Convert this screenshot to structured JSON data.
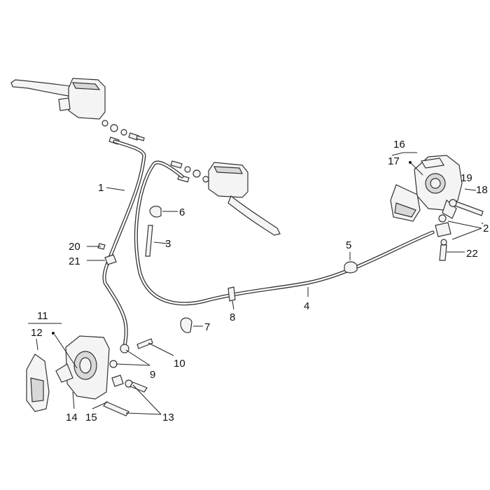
{
  "callouts": [
    {
      "id": "c1",
      "text": "1"
    },
    {
      "id": "c2",
      "text": "2"
    },
    {
      "id": "c3",
      "text": "3"
    },
    {
      "id": "c4",
      "text": "4"
    },
    {
      "id": "c5",
      "text": "5"
    },
    {
      "id": "c6",
      "text": "6"
    },
    {
      "id": "c7",
      "text": "7"
    },
    {
      "id": "c8",
      "text": "8"
    },
    {
      "id": "c9",
      "text": "9"
    },
    {
      "id": "c10",
      "text": "10"
    },
    {
      "id": "c11",
      "text": "11"
    },
    {
      "id": "c12",
      "text": "12"
    },
    {
      "id": "c13",
      "text": "13"
    },
    {
      "id": "c14",
      "text": "14"
    },
    {
      "id": "c15",
      "text": "15"
    },
    {
      "id": "c16",
      "text": "16"
    },
    {
      "id": "c17",
      "text": "17"
    },
    {
      "id": "c18",
      "text": "18"
    },
    {
      "id": "c19",
      "text": "19"
    },
    {
      "id": "c20",
      "text": "20"
    },
    {
      "id": "c21",
      "text": "21"
    },
    {
      "id": "c22",
      "text": "22"
    }
  ],
  "colors": {
    "line": "#333333",
    "background": "#ffffff"
  }
}
